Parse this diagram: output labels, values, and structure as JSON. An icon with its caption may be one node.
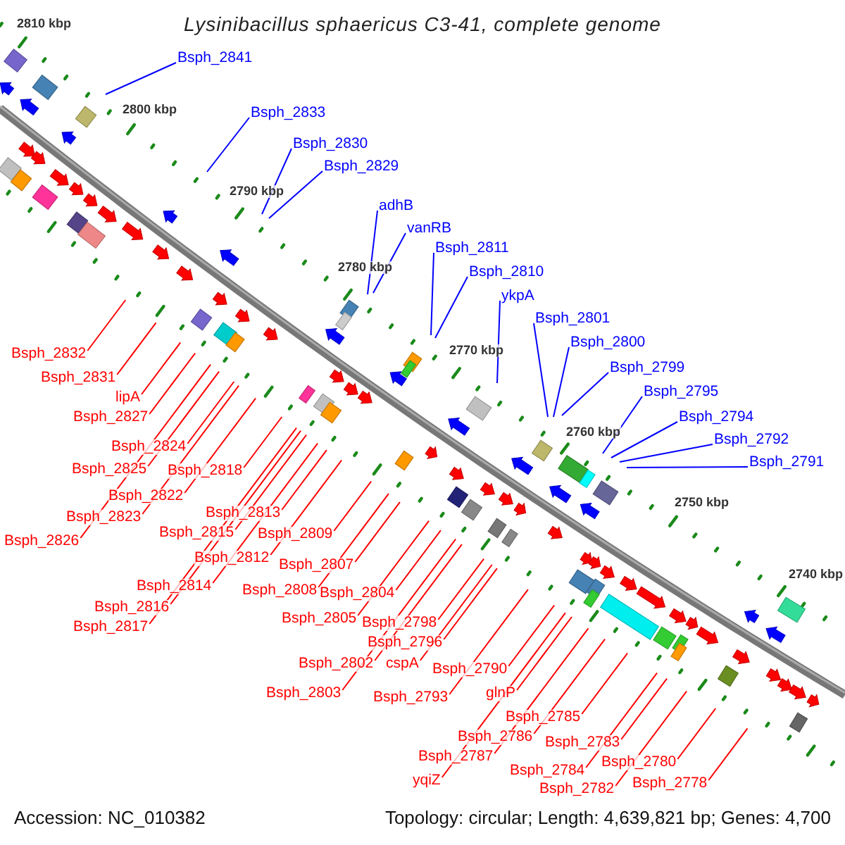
{
  "diagram": {
    "title": "Lysinibacillus sphaericus C3-41, complete genome",
    "nodes": [
      {
        "text": [
          "Bsph_2841"
        ]
      },
      {
        "text": [
          "Bsph_2833"
        ]
      },
      {
        "text": [
          "Bsph_2830"
        ]
      },
      {
        "text": [
          "Bsph_2829"
        ]
      },
      {
        "text": [
          "adhB"
        ]
      },
      {
        "text": [
          "vanRB"
        ]
      },
      {
        "text": [
          "Bsph_2811"
        ]
      },
      {
        "text": [
          "Bsph_2810"
        ]
      },
      {
        "text": [
          "ykpA"
        ]
      },
      {
        "text": [
          "Bsph_2801"
        ]
      },
      {
        "text": [
          "Bsph_2800"
        ]
      },
      {
        "text": [
          "Bsph_2799"
        ]
      },
      {
        "text": [
          "Bsph_2795"
        ]
      },
      {
        "text": [
          "Bsph_2794"
        ]
      },
      {
        "text": [
          "Bsph_2792"
        ]
      },
      {
        "text": [
          "Bsph_2791"
        ]
      },
      {
        "text": [
          "Bsph_2832"
        ]
      },
      {
        "text": [
          "Bsph_2831"
        ]
      },
      {
        "text": [
          "lipA"
        ]
      },
      {
        "text": [
          "Bsph_2827"
        ]
      },
      {
        "text": [
          "Bsph_2824"
        ]
      },
      {
        "text": [
          "Bsph_2825"
        ]
      },
      {
        "text": [
          "Bsph_2818"
        ]
      },
      {
        "text": [
          "Bsph_2822"
        ]
      },
      {
        "text": [
          "Bsph_2813"
        ]
      },
      {
        "text": [
          "Bsph_2823"
        ]
      },
      {
        "text": [
          "Bsph_2815"
        ]
      },
      {
        "text": [
          "Bsph_2809"
        ]
      },
      {
        "text": [
          "Bsph_2826"
        ]
      },
      {
        "text": [
          "Bsph_2812"
        ]
      },
      {
        "text": [
          "Bsph_2807"
        ]
      },
      {
        "text": [
          "Bsph_2814"
        ]
      },
      {
        "text": [
          "Bsph_2808"
        ]
      },
      {
        "text": [
          "Bsph_2804"
        ]
      },
      {
        "text": [
          "Bsph_2816"
        ]
      },
      {
        "text": [
          "Bsph_2805"
        ]
      },
      {
        "text": [
          "Bsph_2798"
        ]
      },
      {
        "text": [
          "Bsph_2817"
        ]
      },
      {
        "text": [
          "Bsph_2796"
        ]
      },
      {
        "text": [
          "cspA"
        ]
      },
      {
        "text": [
          "Bsph_2802"
        ]
      },
      {
        "text": [
          "Bsph_2790"
        ]
      },
      {
        "text": [
          "Bsph_2803"
        ]
      },
      {
        "text": [
          "glnP"
        ]
      },
      {
        "text": [
          "Bsph_2793"
        ]
      },
      {
        "text": [
          "Bsph_2785"
        ]
      },
      {
        "text": [
          "Bsph_2786"
        ]
      },
      {
        "text": [
          "Bsph_2783"
        ]
      },
      {
        "text": [
          "Bsph_2787"
        ]
      },
      {
        "text": [
          "Bsph_2780"
        ]
      },
      {
        "text": [
          "Bsph_2784"
        ]
      },
      {
        "text": [
          "yqiZ"
        ]
      },
      {
        "text": [
          "Bsph_2778"
        ]
      },
      {
        "text": [
          "Bsph_2782"
        ]
      }
    ],
    "edges": [
      {
        "from": 0,
        "to": null,
        "arrow": "none",
        "color": "#0000ff"
      },
      {
        "from": 1,
        "to": null,
        "arrow": "none",
        "color": "#0000ff"
      },
      {
        "from": 2,
        "to": null,
        "arrow": "none",
        "color": "#0000ff"
      },
      {
        "from": 3,
        "to": null,
        "arrow": "none",
        "color": "#0000ff"
      },
      {
        "from": 4,
        "to": null,
        "arrow": "none",
        "color": "#0000ff"
      },
      {
        "from": 5,
        "to": null,
        "arrow": "none",
        "color": "#0000ff"
      },
      {
        "from": 6,
        "to": null,
        "arrow": "none",
        "color": "#0000ff"
      },
      {
        "from": 7,
        "to": null,
        "arrow": "none",
        "color": "#0000ff"
      },
      {
        "from": 8,
        "to": null,
        "arrow": "none",
        "color": "#0000ff"
      },
      {
        "from": 9,
        "to": null,
        "arrow": "none",
        "color": "#0000ff"
      },
      {
        "from": 10,
        "to": null,
        "arrow": "none",
        "color": "#0000ff"
      },
      {
        "from": 11,
        "to": null,
        "arrow": "none",
        "color": "#0000ff"
      },
      {
        "from": 12,
        "to": null,
        "arrow": "none",
        "color": "#0000ff"
      },
      {
        "from": 13,
        "to": null,
        "arrow": "none",
        "color": "#0000ff"
      },
      {
        "from": 14,
        "to": null,
        "arrow": "none",
        "color": "#0000ff"
      },
      {
        "from": 15,
        "to": null,
        "arrow": "none",
        "color": "#0000ff"
      },
      {
        "from": 16,
        "to": null,
        "arrow": "none"
      },
      {
        "from": 17,
        "to": null,
        "arrow": "none"
      },
      {
        "from": 18,
        "to": null,
        "arrow": "none"
      },
      {
        "from": 19,
        "to": null,
        "arrow": "none"
      },
      {
        "from": 20,
        "to": null,
        "arrow": "none"
      },
      {
        "from": 21,
        "to": null,
        "arrow": "none"
      },
      {
        "from": 22,
        "to": null,
        "arrow": "none"
      },
      {
        "from": 23,
        "to": null,
        "arrow": "none"
      },
      {
        "from": 24,
        "to": null,
        "arrow": "none"
      },
      {
        "from": 25,
        "to": null,
        "arrow": "none"
      },
      {
        "from": 26,
        "to": null,
        "arrow": "none"
      },
      {
        "from": 27,
        "to": null,
        "arrow": "none"
      },
      {
        "from": 28,
        "to": null,
        "arrow": "none"
      },
      {
        "from": 29,
        "to": null,
        "arrow": "none"
      },
      {
        "from": 30,
        "to": null,
        "arrow": "none"
      },
      {
        "from": 31,
        "to": null,
        "arrow": "none"
      },
      {
        "from": 32,
        "to": null,
        "arrow": "none"
      },
      {
        "from": 33,
        "to": null,
        "arrow": "none"
      },
      {
        "from": 34,
        "to": null,
        "arrow": "none"
      },
      {
        "from": 35,
        "to": null,
        "arrow": "none"
      },
      {
        "from": 36,
        "to": null,
        "arrow": "none"
      },
      {
        "from": 37,
        "to": null,
        "arrow": "none"
      },
      {
        "from": 38,
        "to": null,
        "arrow": "none"
      },
      {
        "from": 39,
        "to": null,
        "arrow": "none"
      },
      {
        "from": 40,
        "to": null,
        "arrow": "none"
      },
      {
        "from": 41,
        "to": null,
        "arrow": "none"
      },
      {
        "from": 42,
        "to": null,
        "arrow": "none"
      },
      {
        "from": 43,
        "to": null,
        "arrow": "none"
      },
      {
        "from": 44,
        "to": null,
        "arrow": "none"
      },
      {
        "from": 45,
        "to": null,
        "arrow": "none"
      },
      {
        "from": 46,
        "to": null,
        "arrow": "none"
      },
      {
        "from": 47,
        "to": null,
        "arrow": "none"
      },
      {
        "from": 48,
        "to": null,
        "arrow": "none"
      },
      {
        "from": 49,
        "to": null,
        "arrow": "none"
      },
      {
        "from": 50,
        "to": null,
        "arrow": "none"
      },
      {
        "from": 51,
        "to": null,
        "arrow": "none"
      },
      {
        "from": 52,
        "to": null,
        "arrow": "none"
      },
      {
        "from": 53,
        "to": null,
        "arrow": "none"
      }
    ],
    "labels": [
      "2810 kbp",
      "2800 kbp",
      "2790 kbp",
      "2780 kbp",
      "2770 kbp",
      "2760 kbp",
      "2750 kbp",
      "2740 kbp",
      "Accession: NC_010382",
      "Topology: circular; Length: 4,639,821 bp; Genes: 4,700"
    ]
  }
}
